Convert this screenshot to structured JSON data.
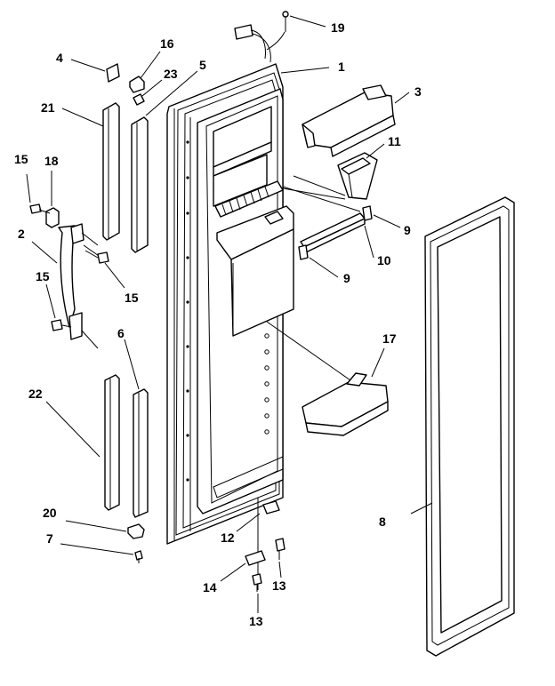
{
  "diagram": {
    "callouts": [
      {
        "id": "c1",
        "label": "1"
      },
      {
        "id": "c2",
        "label": "2"
      },
      {
        "id": "c3",
        "label": "3"
      },
      {
        "id": "c4",
        "label": "4"
      },
      {
        "id": "c5",
        "label": "5"
      },
      {
        "id": "c6",
        "label": "6"
      },
      {
        "id": "c7",
        "label": "7"
      },
      {
        "id": "c8",
        "label": "8"
      },
      {
        "id": "c9a",
        "label": "9"
      },
      {
        "id": "c9b",
        "label": "9"
      },
      {
        "id": "c10",
        "label": "10"
      },
      {
        "id": "c11",
        "label": "11"
      },
      {
        "id": "c12",
        "label": "12"
      },
      {
        "id": "c13a",
        "label": "13"
      },
      {
        "id": "c13b",
        "label": "13"
      },
      {
        "id": "c14",
        "label": "14"
      },
      {
        "id": "c15a",
        "label": "15"
      },
      {
        "id": "c15b",
        "label": "15"
      },
      {
        "id": "c15c",
        "label": "15"
      },
      {
        "id": "c16",
        "label": "16"
      },
      {
        "id": "c17",
        "label": "17"
      },
      {
        "id": "c18",
        "label": "18"
      },
      {
        "id": "c19",
        "label": "19"
      },
      {
        "id": "c20",
        "label": "20"
      },
      {
        "id": "c21",
        "label": "21"
      },
      {
        "id": "c22",
        "label": "22"
      },
      {
        "id": "c23",
        "label": "23"
      }
    ]
  }
}
